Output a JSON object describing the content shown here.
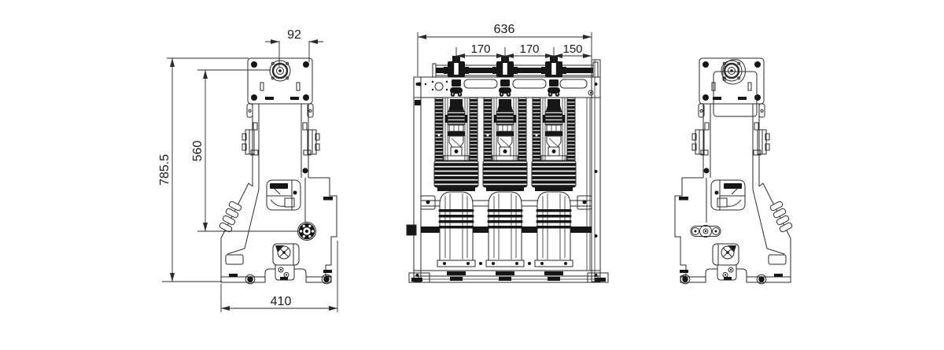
{
  "style": {
    "background": "#ffffff",
    "line_color": "#2a2a2a",
    "dark_fill": "#161616",
    "text_color": "#1a1a1a"
  },
  "views": {
    "left_side": {
      "dims": {
        "boss_offset": "92",
        "upper_height": "560",
        "overall_height": "785.5",
        "base_width": "410"
      }
    },
    "front": {
      "dims": {
        "overall_width": "636",
        "pitch_a": "170",
        "pitch_b": "170",
        "end_offset": "150"
      }
    }
  }
}
